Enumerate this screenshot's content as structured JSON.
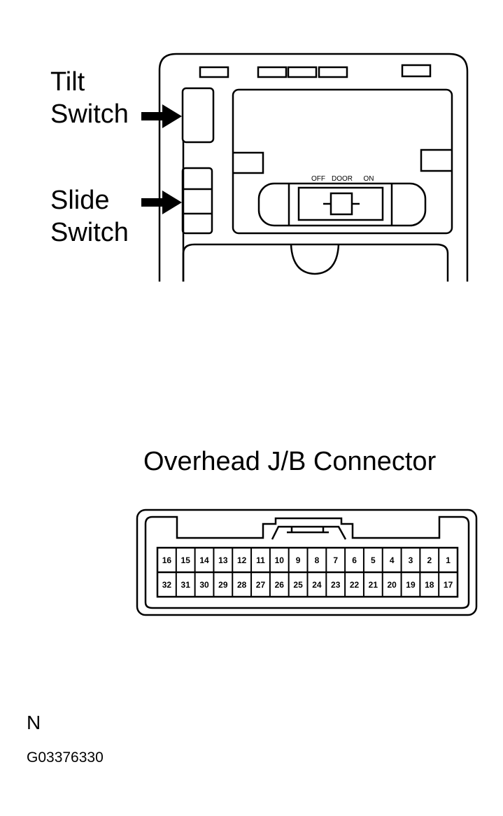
{
  "labels": {
    "tilt_line1": "Tilt",
    "tilt_line2": "Switch",
    "slide_line1": "Slide",
    "slide_line2": "Switch"
  },
  "switch_positions": [
    "OFF",
    "DOOR",
    "ON"
  ],
  "connector": {
    "title": "Overhead J/B Connector",
    "top_row": [
      "16",
      "15",
      "14",
      "13",
      "12",
      "11",
      "10",
      "9",
      "8",
      "7",
      "6",
      "5",
      "4",
      "3",
      "2",
      "1"
    ],
    "bottom_row": [
      "32",
      "31",
      "30",
      "29",
      "28",
      "27",
      "26",
      "25",
      "24",
      "23",
      "22",
      "21",
      "20",
      "19",
      "18",
      "17"
    ]
  },
  "footer": {
    "mark": "N",
    "code": "G03376330"
  }
}
